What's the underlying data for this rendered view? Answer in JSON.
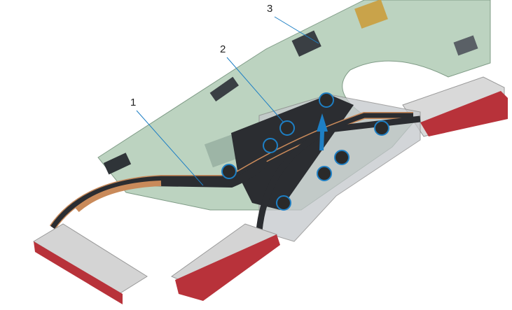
{
  "callouts": [
    {
      "label": "1",
      "part": "heat-sink"
    },
    {
      "label": "2",
      "part": "captive-screws"
    },
    {
      "label": "3",
      "part": "system-board"
    }
  ],
  "colors": {
    "board": "#b9d1bd",
    "heatpipe": "#2b2d31",
    "copper": "#c98a5a",
    "fins": "#b8323a",
    "highlight": "#1e7fc4"
  }
}
